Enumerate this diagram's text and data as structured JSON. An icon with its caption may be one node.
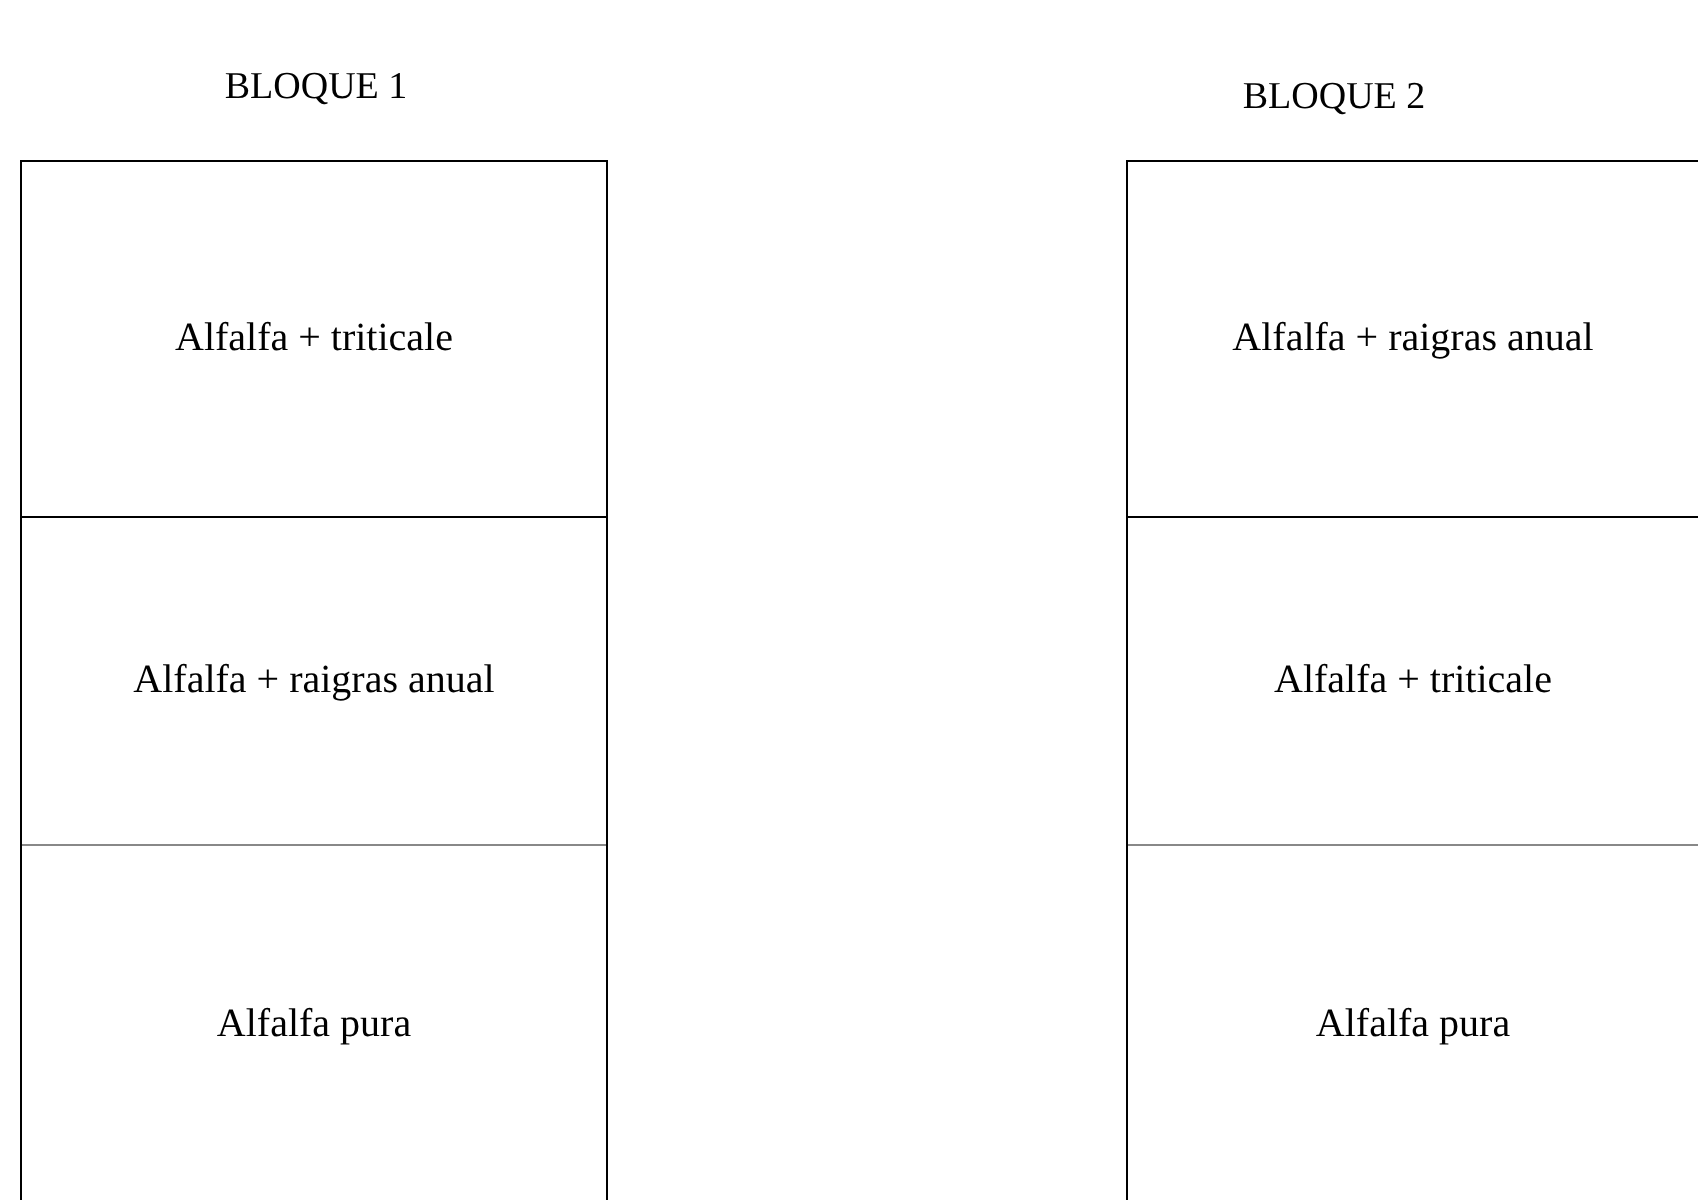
{
  "diagram": {
    "nodes": [
      {
        "text": [
          "BLOQUE 1"
        ]
      },
      {
        "text": [
          "Alfalfa + triticale"
        ],
        "in": 0
      },
      {
        "text": [
          "Alfalfa + raigras anual"
        ],
        "in": 0
      },
      {
        "text": [
          "Alfalfa pura"
        ],
        "in": 0
      },
      {
        "text": [
          "BLOQUE 2"
        ]
      },
      {
        "text": [
          "Alfalfa + raigras anual"
        ],
        "in": 4
      },
      {
        "text": [
          "Alfalfa + triticale"
        ],
        "in": 4
      },
      {
        "text": [
          "Alfalfa pura"
        ],
        "in": 4
      }
    ]
  }
}
